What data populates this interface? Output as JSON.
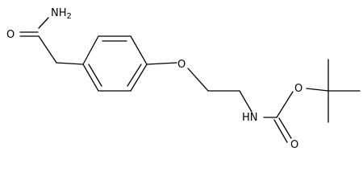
{
  "structure": {
    "atom_labels": {
      "amide_nh2": "NH2",
      "amide_o": "O",
      "ether_o": "O",
      "carbamate_nh": "HN",
      "carbamate_o_single": "O",
      "carbamate_o_double": "O"
    }
  },
  "colors": {
    "bond": "#000000",
    "background": "#ffffff"
  }
}
